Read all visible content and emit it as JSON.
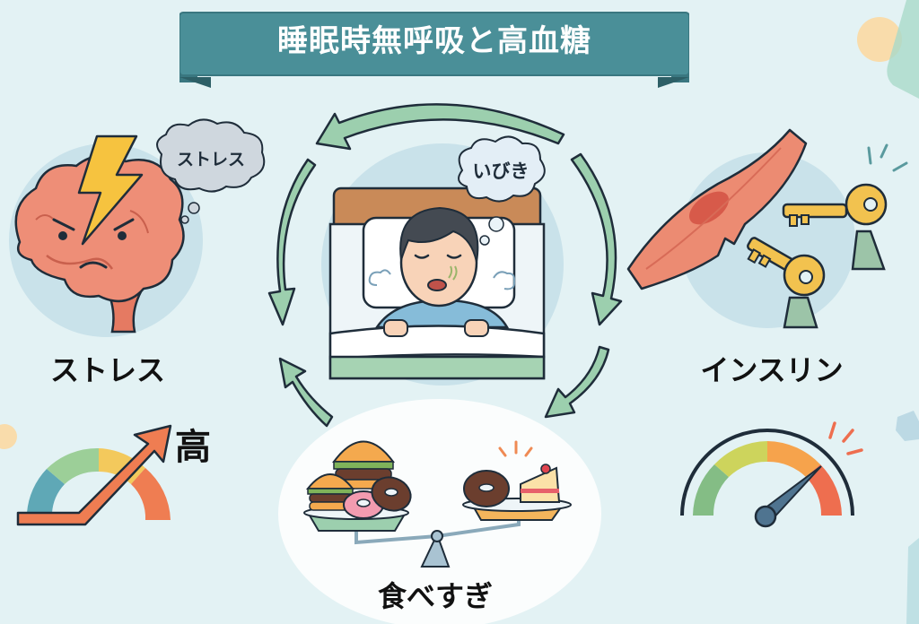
{
  "title": "睡眠時無呼吸と高血糖",
  "center": {
    "illustration": "sleeping-man-snoring",
    "thought_bubble": "いびき"
  },
  "nodes": [
    {
      "id": "stress",
      "label": "ストレス",
      "bubble": "ストレス",
      "icon": "angry-brain-lightning-icon"
    },
    {
      "id": "insulin",
      "label": "インスリン",
      "icon": "muscle-key-lock-icon"
    },
    {
      "id": "overeating",
      "label": "食べすぎ",
      "icon": "food-scale-icon"
    }
  ],
  "gauges": [
    {
      "id": "left-gauge",
      "label": "高",
      "icon": "rising-gauge-arrow-icon"
    },
    {
      "id": "right-gauge",
      "icon": "high-speedometer-icon"
    }
  ],
  "cycle": {
    "arrows": [
      "top-arrow-left",
      "left-arrow-down",
      "left-arrow-up",
      "right-arrow-down",
      "right-arrow-down-left"
    ]
  },
  "colors": {
    "background": "#e3f2f4",
    "banner": "#4a8f98",
    "banner_dark": "#3a7780",
    "arrow": "#9ccfae",
    "outline": "#1f2d3a",
    "brain": "#ec8b72",
    "key": "#f2c24f",
    "circle": "#c9e2ea"
  }
}
